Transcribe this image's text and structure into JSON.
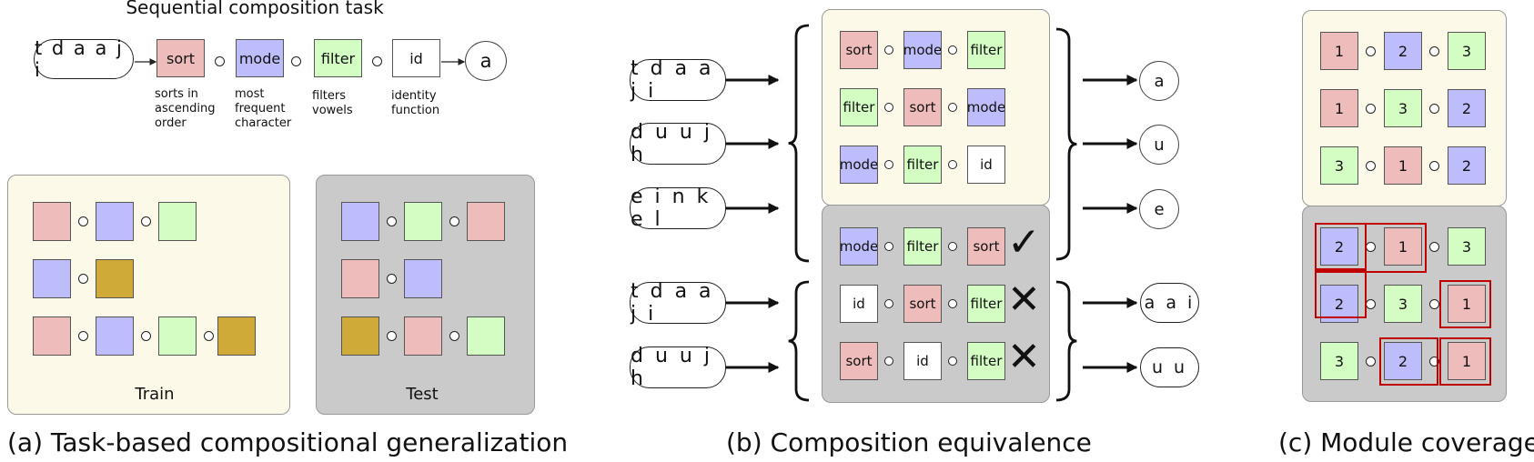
{
  "colors": {
    "sort": "#efbcbc",
    "mode": "#bdbdfb",
    "filter": "#d3fdc3",
    "id": "#ffffff",
    "unseen": "#cfaa38",
    "train_panel": "#fdf9e8",
    "test_panel": "#cacaca",
    "highlight": "#c00000"
  },
  "panel_a": {
    "title": "Sequential composition task",
    "input": "t d a a j i",
    "output": "a",
    "modules": [
      {
        "label": "sort",
        "desc": "sorts in\nascending\norder"
      },
      {
        "label": "mode",
        "desc": "most\nfrequent\ncharacter"
      },
      {
        "label": "filter",
        "desc": "filters\nvowels"
      },
      {
        "label": "id",
        "desc": "identity\nfunction"
      }
    ],
    "train_label": "Train",
    "test_label": "Test",
    "train_rows": [
      [
        "sort",
        "mode",
        "filter"
      ],
      [
        "mode",
        "unseen"
      ],
      [
        "sort",
        "mode",
        "filter",
        "unseen"
      ]
    ],
    "test_rows": [
      [
        "mode",
        "filter",
        "sort"
      ],
      [
        "sort",
        "mode"
      ],
      [
        "unseen",
        "sort",
        "filter"
      ]
    ],
    "caption": "(a) Task-based compositional generalization"
  },
  "panel_b": {
    "inputs_top": [
      "t d a a j i",
      "d u u j h",
      "e i n k e l"
    ],
    "outputs_top": [
      "a",
      "u",
      "e"
    ],
    "inputs_bottom": [
      "t d a a j i",
      "d u u j h"
    ],
    "outputs_bottom": [
      "a a i",
      "u u"
    ],
    "train_rows": [
      [
        "sort",
        "mode",
        "filter"
      ],
      [
        "filter",
        "sort",
        "mode"
      ],
      [
        "mode",
        "filter",
        "id"
      ]
    ],
    "test_rows": [
      {
        "modules": [
          "mode",
          "filter",
          "sort"
        ],
        "mark": "✓",
        "mark_name": "check-icon"
      },
      {
        "modules": [
          "id",
          "sort",
          "filter"
        ],
        "mark": "✕",
        "mark_name": "cross-icon"
      },
      {
        "modules": [
          "sort",
          "id",
          "filter"
        ],
        "mark": "✕",
        "mark_name": "cross-icon"
      }
    ],
    "caption": "(b) Composition equivalence"
  },
  "panel_c": {
    "train_rows": [
      [
        {
          "n": "1",
          "m": "sort"
        },
        {
          "n": "2",
          "m": "mode"
        },
        {
          "n": "3",
          "m": "filter"
        }
      ],
      [
        {
          "n": "1",
          "m": "sort"
        },
        {
          "n": "3",
          "m": "filter"
        },
        {
          "n": "2",
          "m": "mode"
        }
      ],
      [
        {
          "n": "3",
          "m": "filter"
        },
        {
          "n": "1",
          "m": "sort"
        },
        {
          "n": "2",
          "m": "mode"
        }
      ]
    ],
    "test_rows": [
      [
        {
          "n": "2",
          "m": "mode"
        },
        {
          "n": "1",
          "m": "sort"
        },
        {
          "n": "3",
          "m": "filter"
        }
      ],
      [
        {
          "n": "2",
          "m": "mode"
        },
        {
          "n": "3",
          "m": "filter"
        },
        {
          "n": "1",
          "m": "sort"
        }
      ],
      [
        {
          "n": "3",
          "m": "filter"
        },
        {
          "n": "2",
          "m": "mode"
        },
        {
          "n": "1",
          "m": "sort"
        }
      ]
    ],
    "caption": "(c) Module coverage"
  }
}
